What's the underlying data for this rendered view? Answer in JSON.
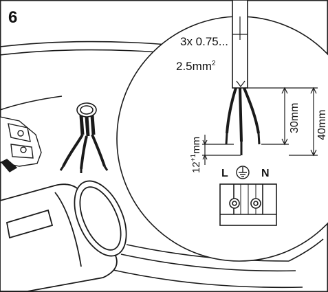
{
  "step": {
    "number": "6"
  },
  "cable": {
    "spec_line1": "3x 0.75...",
    "spec_line2": "2.5mm",
    "spec_unit_sup": "2"
  },
  "dimensions": {
    "strip_length": "30mm",
    "sheath_length": "40mm",
    "conductor_length": "12",
    "conductor_tolerance": "+1",
    "conductor_unit": "mm"
  },
  "terminal": {
    "live_label": "L",
    "neutral_label": "N",
    "earth_symbol": "earth-ground-symbol"
  },
  "colors": {
    "line": "#1a1a1a",
    "background": "#ffffff",
    "frame": "#222222"
  }
}
